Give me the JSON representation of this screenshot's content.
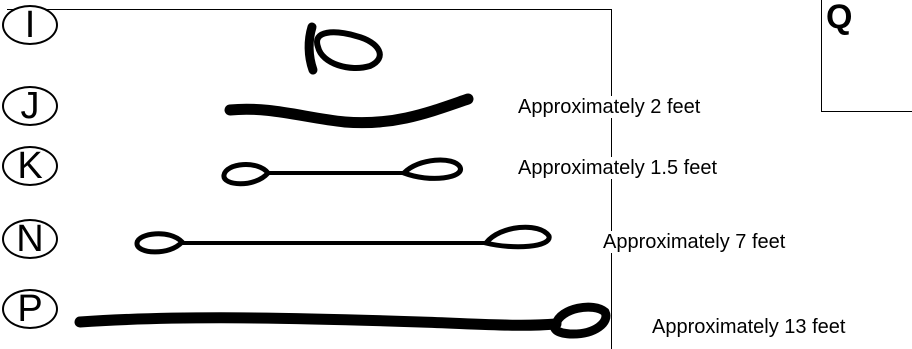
{
  "panel_letter": "Q",
  "items": [
    {
      "letter": "I",
      "label": ""
    },
    {
      "letter": "J",
      "label": "Approximately 2 feet"
    },
    {
      "letter": "K",
      "label": "Approximately 1.5 feet"
    },
    {
      "letter": "N",
      "label": "Approximately 7 feet"
    },
    {
      "letter": "P",
      "label": "Approximately 13 feet"
    }
  ]
}
